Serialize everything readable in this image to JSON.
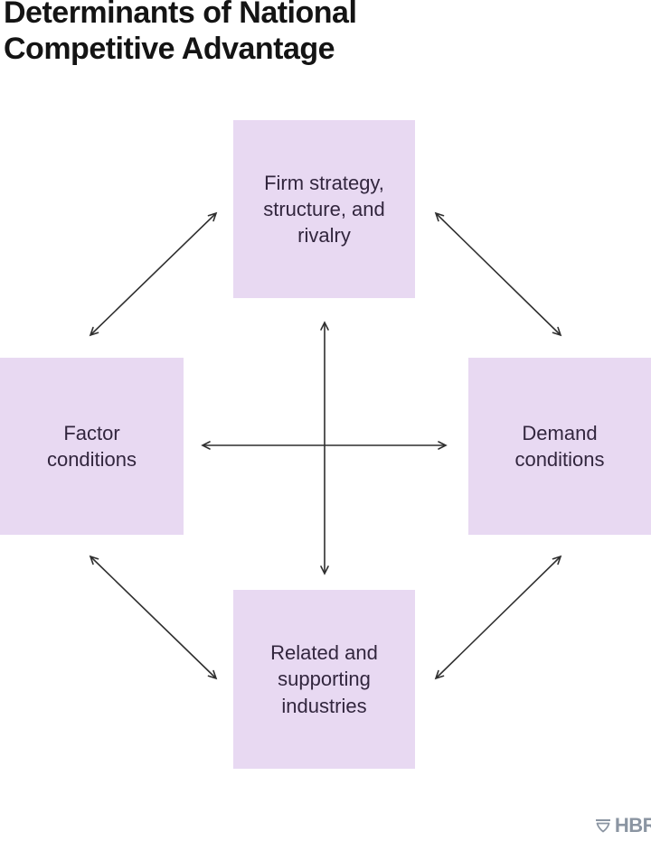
{
  "title": "Determinants of National\nCompetitive Advantage",
  "nodes": {
    "top": {
      "id": "firm-strategy-structure-rivalry",
      "label": "Firm strategy,\nstructure, and\nrivalry"
    },
    "left": {
      "id": "factor-conditions",
      "label": "Factor\nconditions"
    },
    "right": {
      "id": "demand-conditions",
      "label": "Demand\nconditions"
    },
    "bottom": {
      "id": "related-supporting-industries",
      "label": "Related and\nsupporting\nindustries"
    }
  },
  "edges": [
    {
      "from": "firm-strategy-structure-rivalry",
      "to": "factor-conditions",
      "style": "bidirectional"
    },
    {
      "from": "firm-strategy-structure-rivalry",
      "to": "demand-conditions",
      "style": "bidirectional"
    },
    {
      "from": "factor-conditions",
      "to": "related-supporting-industries",
      "style": "bidirectional"
    },
    {
      "from": "demand-conditions",
      "to": "related-supporting-industries",
      "style": "bidirectional"
    },
    {
      "from": "factor-conditions",
      "to": "demand-conditions",
      "style": "bidirectional"
    },
    {
      "from": "firm-strategy-structure-rivalry",
      "to": "related-supporting-industries",
      "style": "bidirectional"
    }
  ],
  "logo": {
    "text": "HBR",
    "icon": "hbr-shield-icon"
  },
  "colors": {
    "background": "#ffffff",
    "title_text": "#141414",
    "box_fill": "#e8d9f2",
    "box_text": "#32263e",
    "arrow": "#2f2f2f",
    "logo": "#8b95a2"
  }
}
